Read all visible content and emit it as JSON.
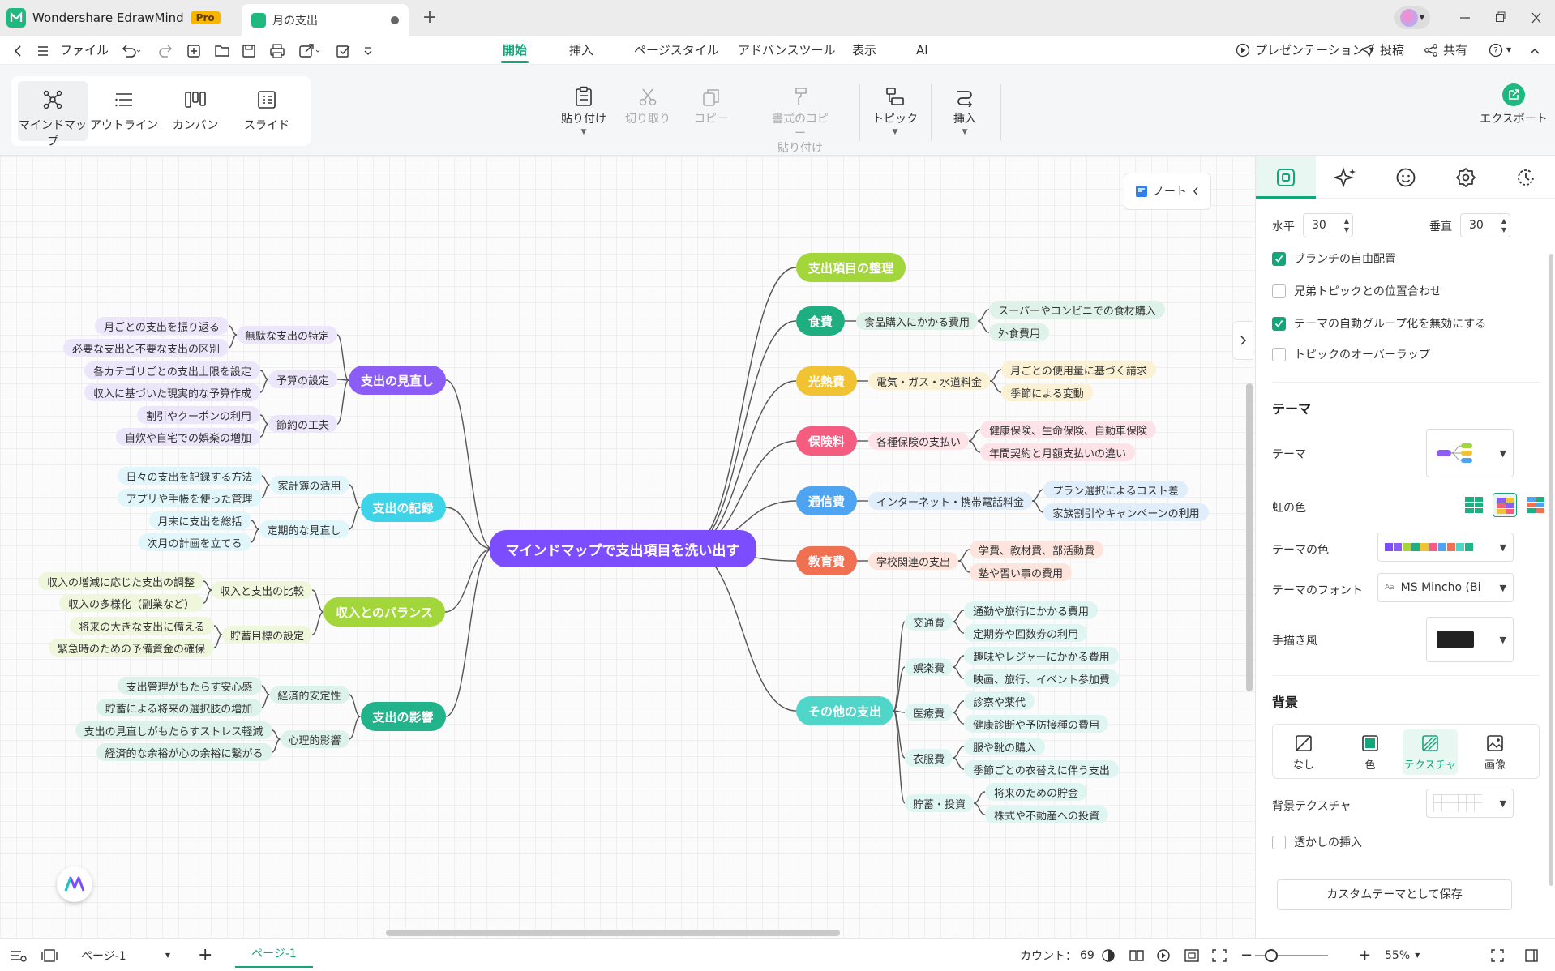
{
  "titlebar": {
    "app_name": "Wondershare EdrawMind",
    "badge": "Pro",
    "doc_tab": "月の支出",
    "new_tab_symbol": "+"
  },
  "menubar": {
    "file": "ファイル",
    "tabs": [
      "開始",
      "挿入",
      "ページスタイル",
      "アドバンスツール",
      "表示",
      "AI"
    ],
    "active_tab": "開始",
    "right": {
      "presentation": "プレゼンテーション",
      "post": "投稿",
      "share": "共有"
    }
  },
  "ribbon": {
    "views": [
      "マインドマップ",
      "アウトライン",
      "カンバン",
      "スライド"
    ],
    "active_view": "マインドマップ",
    "paste": "貼り付け",
    "cut": "切り取り",
    "copy": "コピー",
    "format_paste_line1": "書式のコピー",
    "format_paste_line2": "貼り付け",
    "topic": "トピック",
    "insert": "挿入",
    "export": "エクスポート"
  },
  "canvas": {
    "note_label": "ノート",
    "central": "マインドマップで支出項目を洗い出す",
    "left_branches": [
      {
        "label": "支出の見直し",
        "color": "#8b5cf6",
        "bg": "#ece6fb",
        "children": [
          {
            "label": "無駄な支出の特定",
            "leaves": [
              "月ごとの支出を振り返る",
              "必要な支出と不要な支出の区別"
            ]
          },
          {
            "label": "予算の設定",
            "leaves": [
              "各カテゴリごとの支出上限を設定",
              "収入に基づいた現実的な予算作成"
            ]
          },
          {
            "label": "節約の工夫",
            "leaves": [
              "割引やクーポンの利用",
              "自炊や自宅での娯楽の増加"
            ]
          }
        ]
      },
      {
        "label": "支出の記録",
        "color": "#3fd3e8",
        "bg": "#e0f6fa",
        "children": [
          {
            "label": "家計簿の活用",
            "leaves": [
              "日々の支出を記録する方法",
              "アプリや手帳を使った管理"
            ]
          },
          {
            "label": "定期的な見直し",
            "leaves": [
              "月末に支出を総括",
              "次月の計画を立てる"
            ]
          }
        ]
      },
      {
        "label": "収入とのバランス",
        "color": "#a3d63a",
        "bg": "#eef6dc",
        "children": [
          {
            "label": "収入と支出の比較",
            "leaves": [
              "収入の増減に応じた支出の調整",
              "収入の多様化（副業など）"
            ]
          },
          {
            "label": "貯蓄目標の設定",
            "leaves": [
              "将来の大きな支出に備える",
              "緊急時のための予備資金の確保"
            ]
          }
        ]
      },
      {
        "label": "支出の影響",
        "color": "#22b38a",
        "bg": "#ddf2ea",
        "children": [
          {
            "label": "経済的安定性",
            "leaves": [
              "支出管理がもたらす安心感",
              "貯蓄による将来の選択肢の増加"
            ]
          },
          {
            "label": "心理的影響",
            "leaves": [
              "支出の見直しがもたらすストレス軽減",
              "経済的な余裕が心の余裕に繋がる"
            ]
          }
        ]
      }
    ],
    "right_branches": [
      {
        "label": "支出項目の整理",
        "color": "#a3d63a",
        "children": []
      },
      {
        "label": "食費",
        "color": "#1fae80",
        "bg": "#dff2ea",
        "children": [
          {
            "label": "食品購入にかかる費用",
            "leaves": [
              "スーパーやコンビニでの食材購入",
              "外食費用"
            ]
          }
        ]
      },
      {
        "label": "光熱費",
        "color": "#f1c232",
        "bg": "#fbf1d4",
        "children": [
          {
            "label": "電気・ガス・水道料金",
            "leaves": [
              "月ごとの使用量に基づく請求",
              "季節による変動"
            ]
          }
        ]
      },
      {
        "label": "保険料",
        "color": "#f45d7f",
        "bg": "#fde2e8",
        "children": [
          {
            "label": "各種保険の支払い",
            "leaves": [
              "健康保険、生命保険、自動車保険",
              "年間契約と月額支払いの違い"
            ]
          }
        ]
      },
      {
        "label": "通信費",
        "color": "#4ea4f0",
        "bg": "#e0edfb",
        "children": [
          {
            "label": "インターネット・携帯電話料金",
            "leaves": [
              "プラン選択によるコスト差",
              "家族割引やキャンペーンの利用"
            ]
          }
        ]
      },
      {
        "label": "教育費",
        "color": "#f07052",
        "bg": "#fde5dd",
        "children": [
          {
            "label": "学校関連の支出",
            "leaves": [
              "学費、教材費、部活動費",
              "塾や習い事の費用"
            ]
          }
        ]
      },
      {
        "label": "その他の支出",
        "color": "#4fd6c9",
        "bg": "#dff5f2",
        "children": [
          {
            "label": "交通費",
            "leaves": [
              "通勤や旅行にかかる費用",
              "定期券や回数券の利用"
            ]
          },
          {
            "label": "娯楽費",
            "leaves": [
              "趣味やレジャーにかかる費用",
              "映画、旅行、イベント参加費"
            ]
          },
          {
            "label": "医療費",
            "leaves": [
              "診察や薬代",
              "健康診断や予防接種の費用"
            ]
          },
          {
            "label": "衣服費",
            "leaves": [
              "服や靴の購入",
              "季節ごとの衣替えに伴う支出"
            ]
          },
          {
            "label": "貯蓄・投資",
            "leaves": [
              "将来のための貯金",
              "株式や不動産への投資"
            ]
          }
        ]
      }
    ]
  },
  "panel": {
    "horizontal_label": "水平",
    "horizontal_value": "30",
    "vertical_label": "垂直",
    "vertical_value": "30",
    "checkboxes": [
      {
        "label": "ブランチの自由配置",
        "checked": true
      },
      {
        "label": "兄弟トピックとの位置合わせ",
        "checked": false
      },
      {
        "label": "テーマの自動グループ化を無効にする",
        "checked": true
      },
      {
        "label": "トピックのオーバーラップ",
        "checked": false
      }
    ],
    "theme_heading": "テーマ",
    "theme_label": "テーマ",
    "rainbow_label": "虹の色",
    "theme_color_label": "テーマの色",
    "theme_font_label": "テーマのフォント",
    "theme_font_value": "MS Mincho (Bi",
    "handdrawn_label": "手描き風",
    "background_heading": "背景",
    "bg_options": [
      "なし",
      "色",
      "テクスチャ",
      "画像"
    ],
    "bg_active": "テクスチャ",
    "bg_texture_label": "背景テクスチャ",
    "watermark_label": "透かしの挿入",
    "save_theme": "カスタムテーマとして保存"
  },
  "statusbar": {
    "page_select": "ページ-1",
    "page_tab": "ページ-1",
    "count_label": "カウント：",
    "count_value": "69",
    "zoom": "55%"
  }
}
